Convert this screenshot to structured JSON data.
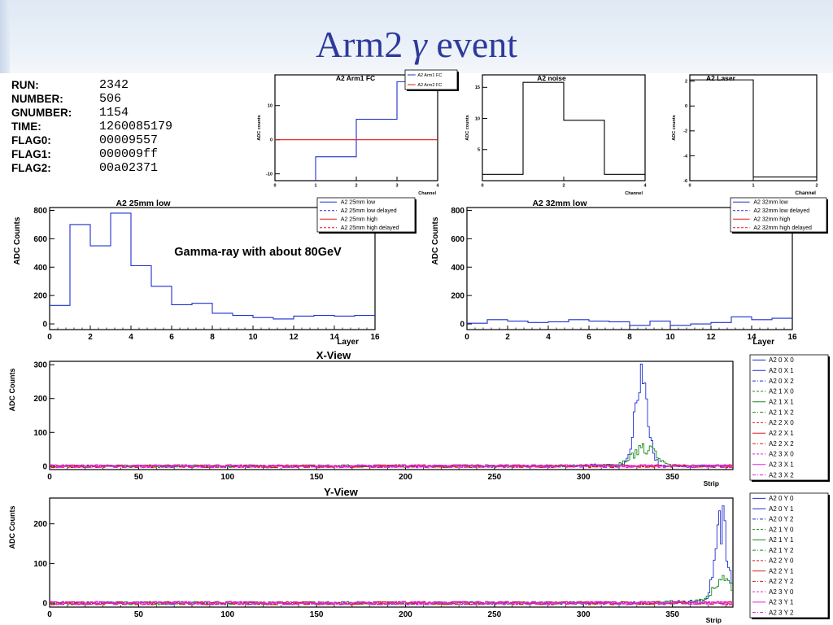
{
  "slide": {
    "title_prefix": "Arm2",
    "title_greek": "γ",
    "title_suffix": "event"
  },
  "run_info": [
    {
      "key": "RUN:",
      "value": "2342"
    },
    {
      "key": "NUMBER:",
      "value": "506"
    },
    {
      "key": "GNUMBER:",
      "value": "1154"
    },
    {
      "key": "TIME:",
      "value": "1260085179"
    },
    {
      "key": "FLAG0:",
      "value": "00009557"
    },
    {
      "key": "FLAG1:",
      "value": "000009ff"
    },
    {
      "key": "FLAG2:",
      "value": "00a02371"
    }
  ],
  "colors": {
    "title": "#2e3a9a",
    "blue": "#1f2fd0",
    "red": "#e01818",
    "green": "#1c8a1c",
    "magenta": "#e020e0",
    "black": "#000000"
  },
  "chart_data": [
    {
      "id": "fc",
      "type": "line",
      "title": "A2 Arm1 FC",
      "xlabel": "Channel",
      "ylabel": "ADC counts",
      "xlim": [
        0,
        4
      ],
      "ylim": [
        -12,
        19
      ],
      "xticks": [
        0,
        1,
        2,
        3,
        4
      ],
      "yticks": [
        -10,
        0,
        10
      ],
      "legend": [
        "A2 Arm1 FC",
        "A2 Arm2 FC"
      ],
      "series": [
        {
          "name": "A2 Arm1 FC",
          "style": "hist",
          "color": "blue",
          "values": [
            -16,
            -5,
            6,
            17
          ]
        },
        {
          "name": "A2 Arm2 FC",
          "style": "flat",
          "color": "red",
          "values": [
            0,
            0,
            0,
            0
          ]
        }
      ]
    },
    {
      "id": "noise",
      "type": "line",
      "title": "A2 noise",
      "xlabel": "Channel",
      "ylabel": "ADC counts",
      "xlim": [
        0,
        4
      ],
      "ylim": [
        0,
        17
      ],
      "xticks": [
        0,
        2,
        4
      ],
      "yticks": [
        5,
        10,
        15
      ],
      "series": [
        {
          "style": "hist",
          "color": "black",
          "values": [
            1,
            15.8,
            9.7,
            1
          ]
        }
      ]
    },
    {
      "id": "laser",
      "type": "line",
      "title": "A2 Laser",
      "xlabel": "Channel",
      "ylabel": "ADC counts",
      "xlim": [
        0,
        2
      ],
      "ylim": [
        -6,
        2.5
      ],
      "xticks": [
        0,
        1,
        2
      ],
      "yticks": [
        -6,
        -4,
        -2,
        0,
        2
      ],
      "series": [
        {
          "style": "hist",
          "color": "black",
          "values": [
            2.1,
            -5.7
          ]
        }
      ]
    },
    {
      "id": "l25",
      "type": "line",
      "title": "A2 25mm low",
      "xlabel": "Layer",
      "ylabel": "ADC Counts",
      "xlim": [
        0,
        16
      ],
      "ylim": [
        -40,
        820
      ],
      "xticks": [
        0,
        2,
        4,
        6,
        8,
        10,
        12,
        14,
        16
      ],
      "yticks": [
        0,
        200,
        400,
        600,
        800
      ],
      "legend": [
        "A2 25mm low",
        "A2 25mm low delayed",
        "A2 25mm high",
        "A2 25mm high delayed"
      ],
      "annotation": "Gamma-ray with about 80GeV",
      "series": [
        {
          "name": "A2 25mm low",
          "style": "hist",
          "color": "blue",
          "values": [
            130,
            700,
            550,
            780,
            410,
            265,
            135,
            145,
            75,
            60,
            45,
            35,
            55,
            60,
            55,
            60
          ]
        }
      ]
    },
    {
      "id": "l32",
      "type": "line",
      "title": "A2 32mm low",
      "xlabel": "Layer",
      "ylabel": "ADC Counts",
      "xlim": [
        0,
        16
      ],
      "ylim": [
        -40,
        820
      ],
      "xticks": [
        0,
        2,
        4,
        6,
        8,
        10,
        12,
        14,
        16
      ],
      "yticks": [
        0,
        200,
        400,
        600,
        800
      ],
      "legend": [
        "A2 32mm low",
        "A2 32mm low delayed",
        "A2 32mm high",
        "A2 32mm high delayed"
      ],
      "series": [
        {
          "name": "A2 32mm low",
          "style": "hist",
          "color": "blue",
          "values": [
            5,
            30,
            20,
            10,
            15,
            30,
            20,
            15,
            -10,
            20,
            -10,
            0,
            10,
            50,
            30,
            40
          ]
        }
      ]
    },
    {
      "id": "xview",
      "type": "line",
      "title": "X-View",
      "xlabel": "Strip",
      "ylabel": "ADC Counts",
      "xlim": [
        0,
        384
      ],
      "ylim": [
        -10,
        310
      ],
      "xticks": [
        0,
        50,
        100,
        150,
        200,
        250,
        300,
        350
      ],
      "yticks": [
        0,
        100,
        200,
        300
      ],
      "legend": [
        "A2 0 X 0",
        "A2 0 X 1",
        "A2 0 X 2",
        "A2 1 X 0",
        "A2 1 X 1",
        "A2 1 X 2",
        "A2 2 X 0",
        "A2 2 X 1",
        "A2 2 X 2",
        "A2 3 X 0",
        "A2 3 X 1",
        "A2 3 X 2"
      ],
      "series": [
        {
          "name": "A2 0 X 1",
          "style": "peak",
          "color": "blue",
          "peak_center": 332,
          "peak_height": 305,
          "peak_width": 5
        },
        {
          "name": "A2 1 X 1",
          "style": "peak",
          "color": "green",
          "peak_center": 334,
          "peak_height": 62,
          "peak_width": 9
        },
        {
          "name": "A2 2 X 1",
          "style": "noise",
          "color": "red"
        },
        {
          "name": "A2 3 X 1",
          "style": "noise",
          "color": "magenta"
        }
      ]
    },
    {
      "id": "yview",
      "type": "line",
      "title": "Y-View",
      "xlabel": "Strip",
      "ylabel": "ADC Counts",
      "xlim": [
        0,
        384
      ],
      "ylim": [
        -10,
        265
      ],
      "xticks": [
        0,
        50,
        100,
        150,
        200,
        250,
        300,
        350
      ],
      "yticks": [
        0,
        100,
        200
      ],
      "legend": [
        "A2 0 Y 0",
        "A2 0 Y 1",
        "A2 0 Y 2",
        "A2 1 Y 0",
        "A2 1 Y 1",
        "A2 1 Y 2",
        "A2 2 Y 0",
        "A2 2 Y 1",
        "A2 2 Y 2",
        "A2 3 Y 0",
        "A2 3 Y 1",
        "A2 3 Y 2"
      ],
      "series": [
        {
          "name": "A2 0 Y 1",
          "style": "peak",
          "color": "blue",
          "peak_center": 377,
          "peak_height": 250,
          "peak_width": 5
        },
        {
          "name": "A2 1 Y 1",
          "style": "peak",
          "color": "green",
          "peak_center": 378,
          "peak_height": 60,
          "peak_width": 8
        },
        {
          "name": "A2 2 Y 1",
          "style": "noise",
          "color": "red"
        },
        {
          "name": "A2 3 Y 1",
          "style": "noise",
          "color": "magenta"
        }
      ]
    }
  ]
}
